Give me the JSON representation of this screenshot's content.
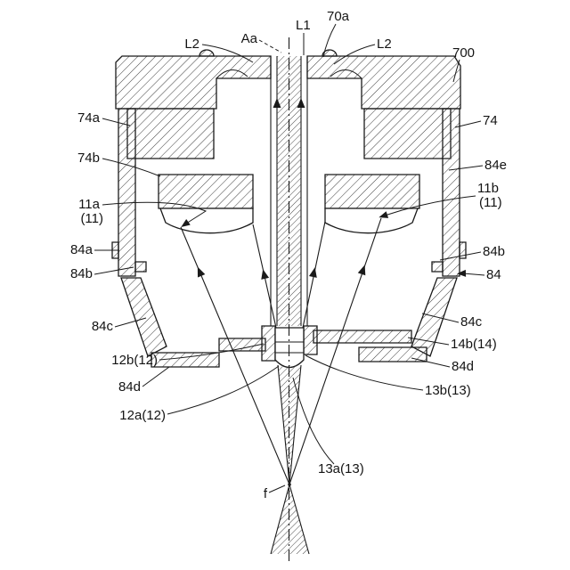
{
  "figure": {
    "kind": "patent cross-section drawing",
    "subject": "optical lens unit with light rays converging to focal point",
    "background": "#ffffff",
    "line_color": "#1a1a1a"
  },
  "labels": {
    "l2_left": "L2",
    "aa": "Aa",
    "l1": "L1",
    "n70a": "70a",
    "l2_right": "L2",
    "n700": "700",
    "n74a": "74a",
    "n74": "74",
    "n74b": "74b",
    "n84e": "84e",
    "n11a": "11a",
    "n11a_sub": "(11)",
    "n11b": "11b",
    "n11b_sub": "(11)",
    "n84a": "84a",
    "n84b_left": "84b",
    "n84b_right": "84b",
    "n84_right": "84",
    "n84c_left": "84c",
    "n84c_right": "84c",
    "n14b": "14b(14)",
    "n12b": "12b(12)",
    "n84d_left": "84d",
    "n84d_right": "84d",
    "n13b": "13b(13)",
    "n12a": "12a(12)",
    "n13a": "13a(13)",
    "f": "f"
  }
}
